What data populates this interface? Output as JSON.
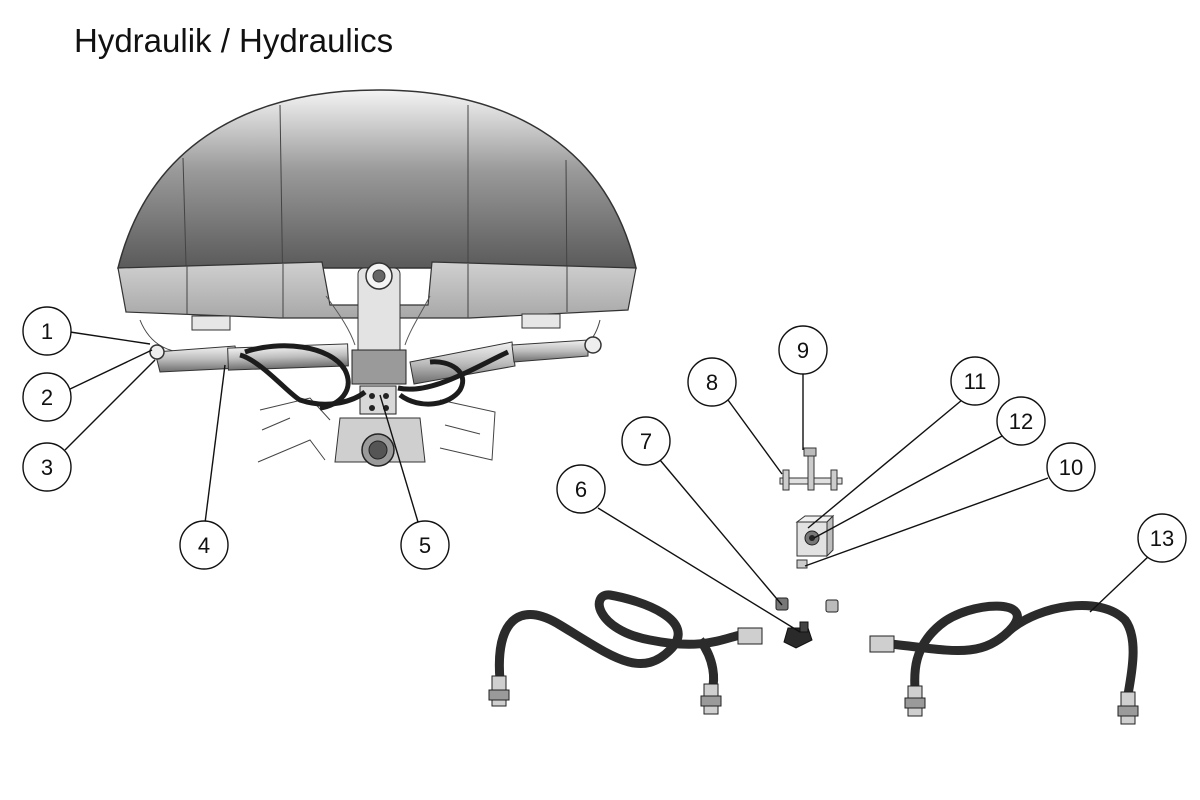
{
  "title": "Hydraulik / Hydraulics",
  "callouts": [
    {
      "id": "callout-1",
      "label": "1"
    },
    {
      "id": "callout-2",
      "label": "2"
    },
    {
      "id": "callout-3",
      "label": "3"
    },
    {
      "id": "callout-4",
      "label": "4"
    },
    {
      "id": "callout-5",
      "label": "5"
    },
    {
      "id": "callout-6",
      "label": "6"
    },
    {
      "id": "callout-7",
      "label": "7"
    },
    {
      "id": "callout-8",
      "label": "8"
    },
    {
      "id": "callout-9",
      "label": "9"
    },
    {
      "id": "callout-10",
      "label": "10"
    },
    {
      "id": "callout-11",
      "label": "11"
    },
    {
      "id": "callout-12",
      "label": "12"
    },
    {
      "id": "callout-13",
      "label": "13"
    }
  ]
}
